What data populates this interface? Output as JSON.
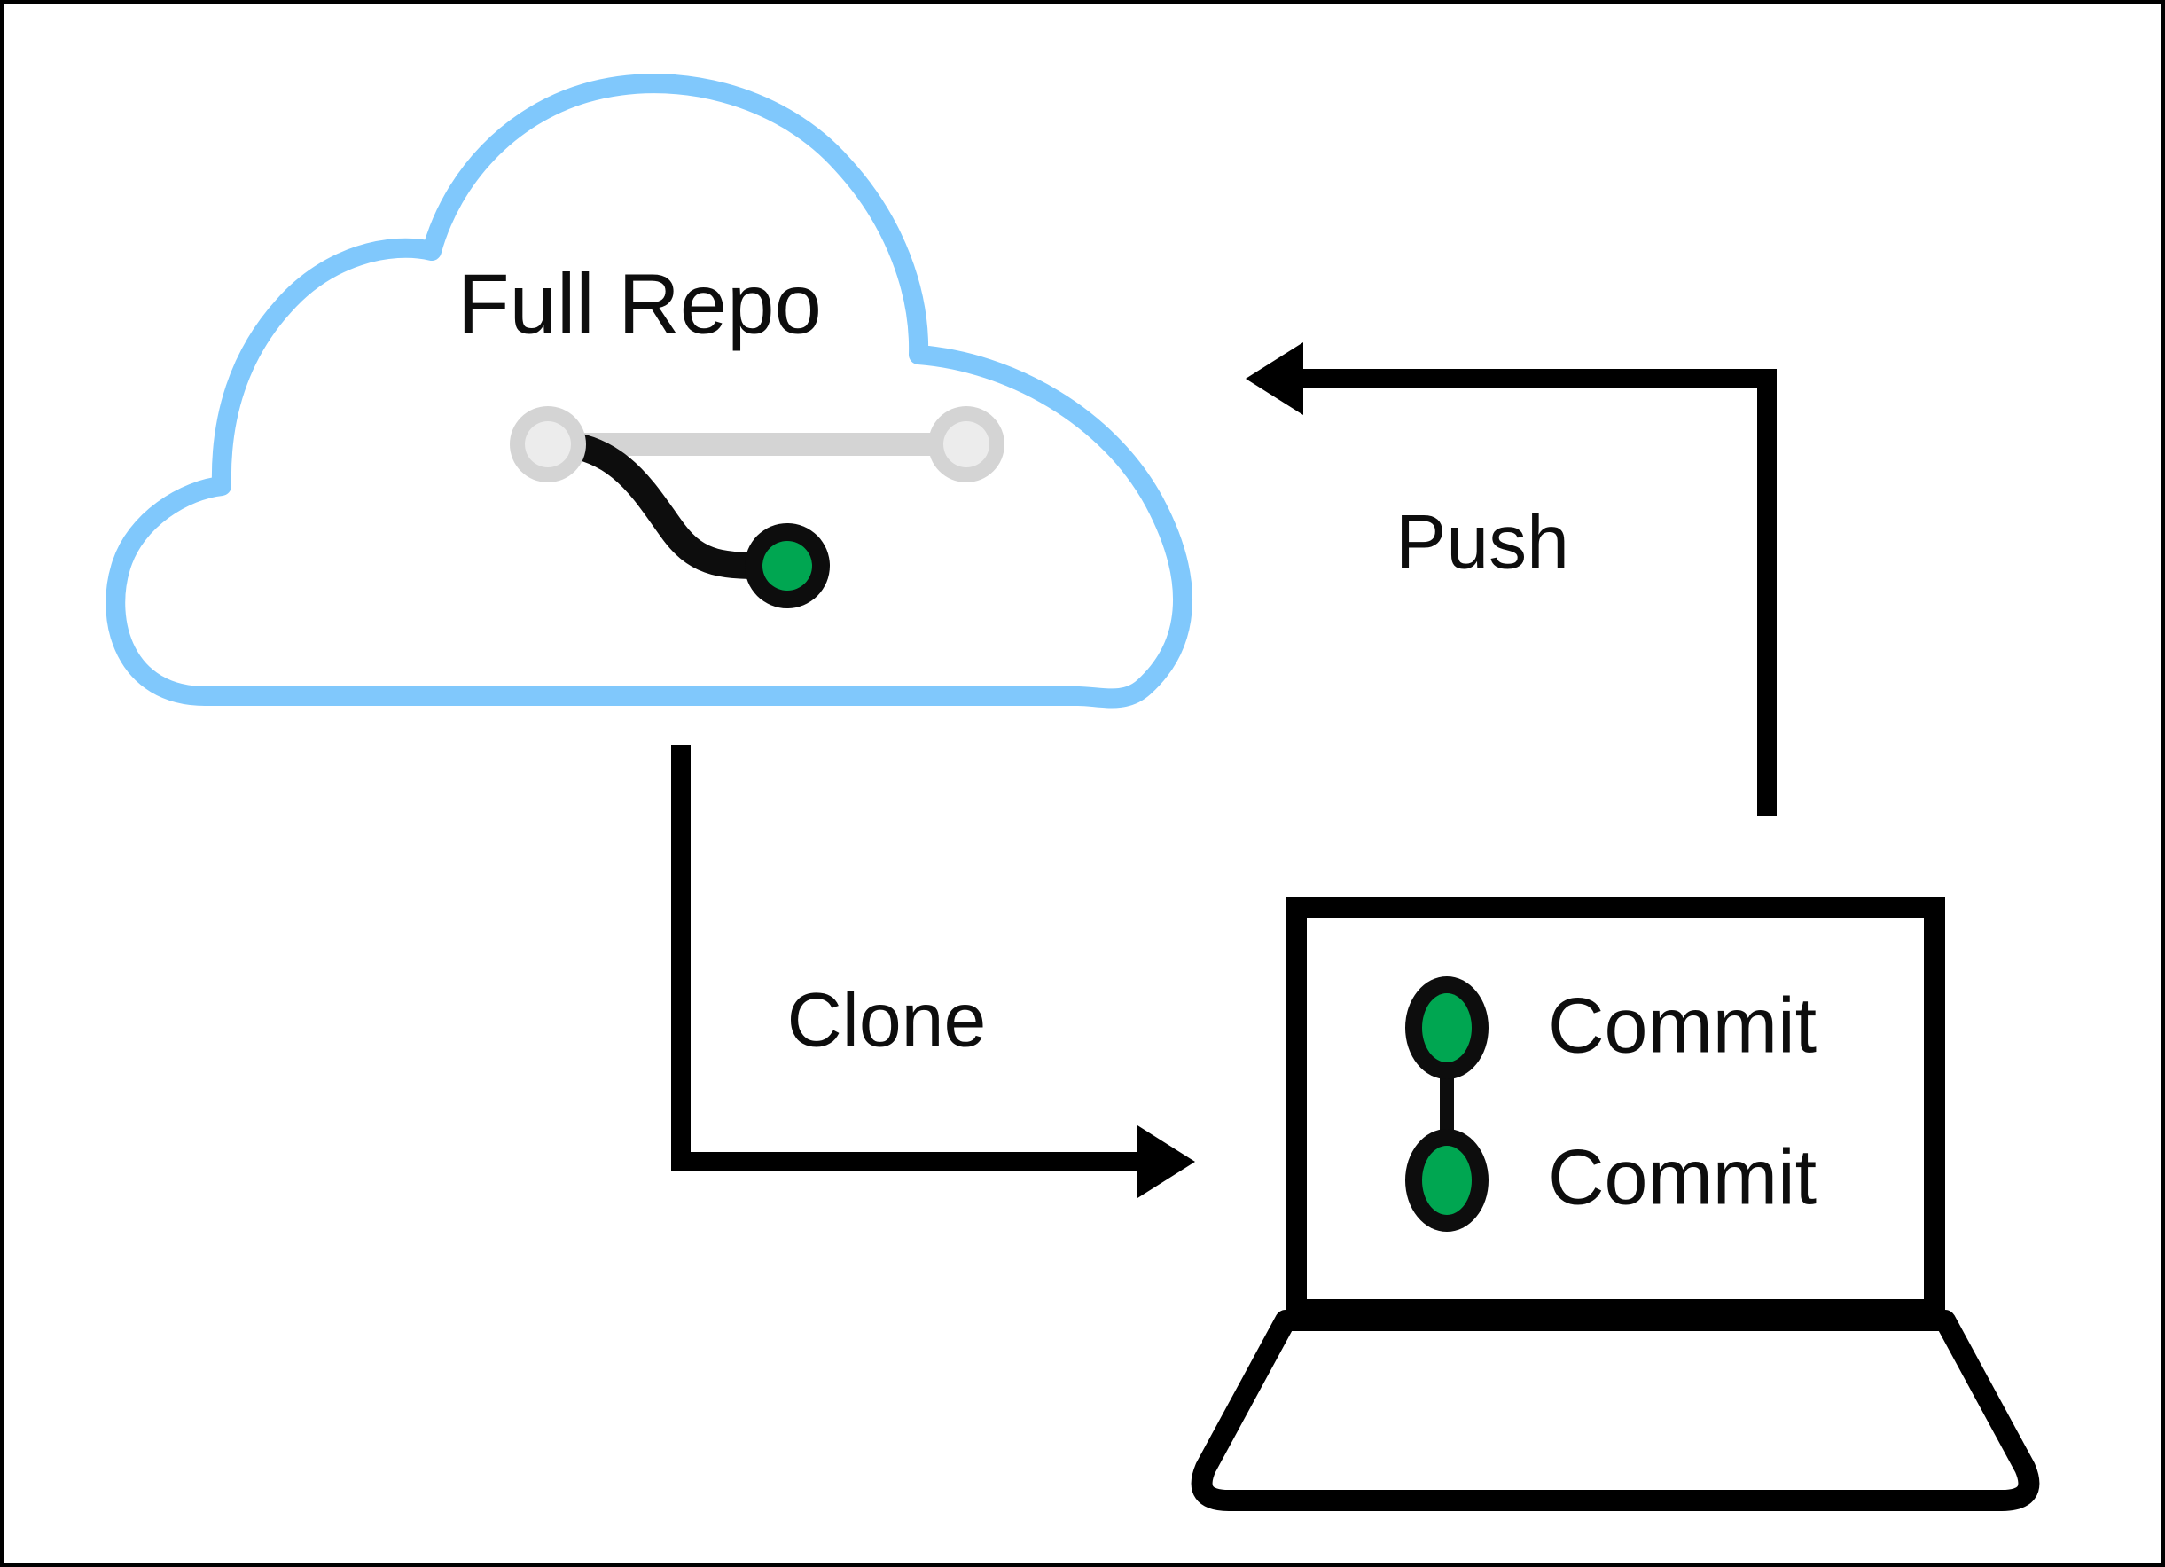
{
  "diagram": {
    "title": "Git clone and push workflow between remote repository and local laptop",
    "frame_border_color": "#000000",
    "background_color": "#ffffff"
  },
  "cloud": {
    "name": "Full Repo",
    "label": "Full Repo",
    "outline_color": "#80C8FC",
    "outline_width": 22,
    "graph": {
      "edges": [
        {
          "id": "main-line",
          "label": "main-branch-line",
          "color": "#D4D4D4"
        },
        {
          "id": "branch-curve",
          "label": "branch-curve",
          "color": "#0d0d0d"
        }
      ],
      "nodes": [
        {
          "id": "node-left",
          "label": "commit-node-gray-left",
          "ring_color": "#D4D4D4",
          "fill_color": "#ECECEC"
        },
        {
          "id": "node-right",
          "label": "commit-node-gray-right",
          "ring_color": "#D4D4D4",
          "fill_color": "#ECECEC"
        },
        {
          "id": "node-green",
          "label": "commit-node-green",
          "ring_color": "#0d0d0d",
          "fill_color": "#00A651"
        }
      ]
    }
  },
  "arrows": {
    "clone": {
      "label": "Clone",
      "color": "#000000",
      "direction": "cloud-to-laptop",
      "head": "right"
    },
    "push": {
      "label": "Push",
      "color": "#000000",
      "direction": "laptop-to-cloud",
      "head": "left"
    }
  },
  "laptop": {
    "name": "laptop",
    "outline_color": "#000000",
    "screen_fill": "#ffffff",
    "commits": [
      {
        "label": "Commit",
        "node_fill": "#00A651",
        "node_ring": "#0d0d0d"
      },
      {
        "label": "Commit",
        "node_fill": "#00A651",
        "node_ring": "#0d0d0d"
      }
    ]
  },
  "colors": {
    "cloud_blue": "#80C8FC",
    "commit_green": "#00A651",
    "node_gray_ring": "#D4D4D4",
    "node_gray_fill": "#ECECEC",
    "ink_black": "#000000"
  }
}
